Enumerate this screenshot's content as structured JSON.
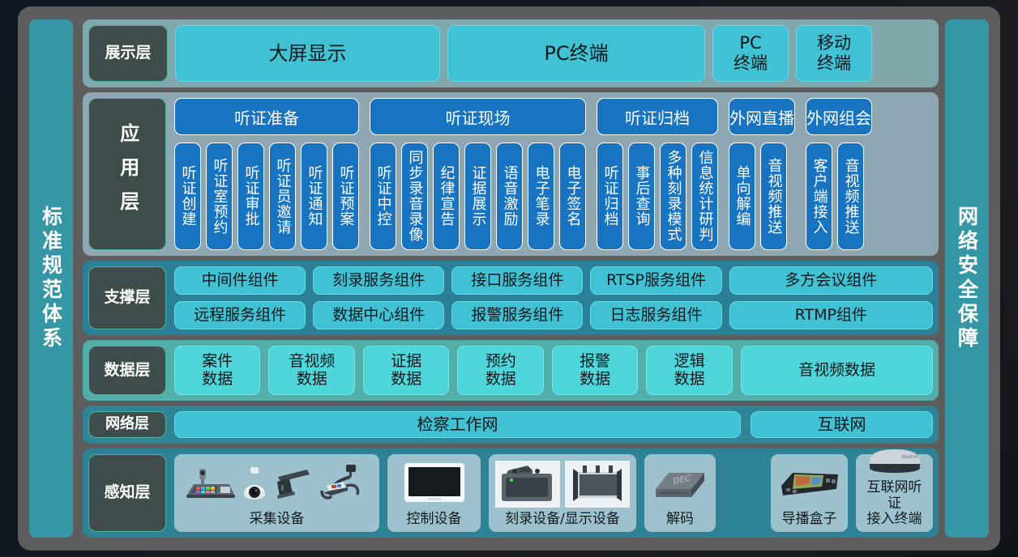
{
  "sidebars": {
    "left": "标准规范体系",
    "right": "网络安全保障"
  },
  "layers": {
    "presentation": {
      "label": "展示层",
      "items": [
        {
          "text": "大屏显示"
        },
        {
          "text": "PC终端"
        },
        {
          "text": "PC\n终端"
        },
        {
          "text": "移动\n终端"
        }
      ]
    },
    "application": {
      "label": "应用层",
      "groups": [
        {
          "head": "听证准备",
          "items": [
            "听证创建",
            "听证室预约",
            "听证审批",
            "听证员邀请",
            "听证通知",
            "听证预案"
          ]
        },
        {
          "head": "听证现场",
          "items": [
            "听证中控",
            "同步录音录像",
            "纪律宣告",
            "证据展示",
            "语音激励",
            "电子笔录",
            "电子签名"
          ]
        },
        {
          "head": "听证归档",
          "items": [
            "听证归档",
            "事后查询",
            "多种刻录模式",
            "信息统计研判"
          ]
        },
        {
          "head": "外网直播",
          "items": [
            "单向解编",
            "音视频推送"
          ]
        },
        {
          "head": "外网组会",
          "items": [
            "客户端接入",
            "音视频推送"
          ]
        }
      ]
    },
    "support": {
      "label": "支撑层",
      "columns": [
        [
          "中间件组件",
          "远程服务组件"
        ],
        [
          "刻录服务组件",
          "数据中心组件"
        ],
        [
          "接口服务组件",
          "报警服务组件"
        ],
        [
          "RTSP服务组件",
          "日志服务组件"
        ],
        [
          "多方会议组件",
          "RTMP组件"
        ]
      ]
    },
    "data": {
      "label": "数据层",
      "items": [
        "案件\n数据",
        "音视频\n数据",
        "证据\n数据",
        "预约\n数据",
        "报警\n数据",
        "逻辑\n数据",
        "音视频数据"
      ]
    },
    "network": {
      "label": "网络层",
      "items": [
        "检察工作网",
        "互联网"
      ]
    },
    "sensing": {
      "label": "感知层",
      "devices": [
        {
          "label": "采集设备",
          "icons": [
            "console-icon",
            "dome-camera-icon",
            "microphone-icon",
            "document-camera-icon"
          ]
        },
        {
          "label": "控制设备",
          "icons": [
            "monitor-icon"
          ]
        },
        {
          "label": "刻录设备/显示设备",
          "icons": [
            "recorder-icon",
            "display-device-icon"
          ]
        },
        {
          "label": "解码",
          "icons": [
            "decoder-box-icon"
          ]
        },
        {
          "label": "导播盒子",
          "icons": [
            "director-box-icon"
          ]
        },
        {
          "label": "互联网听证\n接入终端",
          "icons": [
            "terminal-box-icon"
          ]
        }
      ]
    }
  },
  "colors": {
    "background": "#121820",
    "frame": "#5d5d5d",
    "sidebar": "#3596a6",
    "teal_chip": "#41c2d4",
    "blue_chip": "#1874c0",
    "label_chip": "#3e4c4c",
    "support_band": "#2a8096",
    "data_band": "#52aea9",
    "device_card": "#9ec2cd"
  }
}
